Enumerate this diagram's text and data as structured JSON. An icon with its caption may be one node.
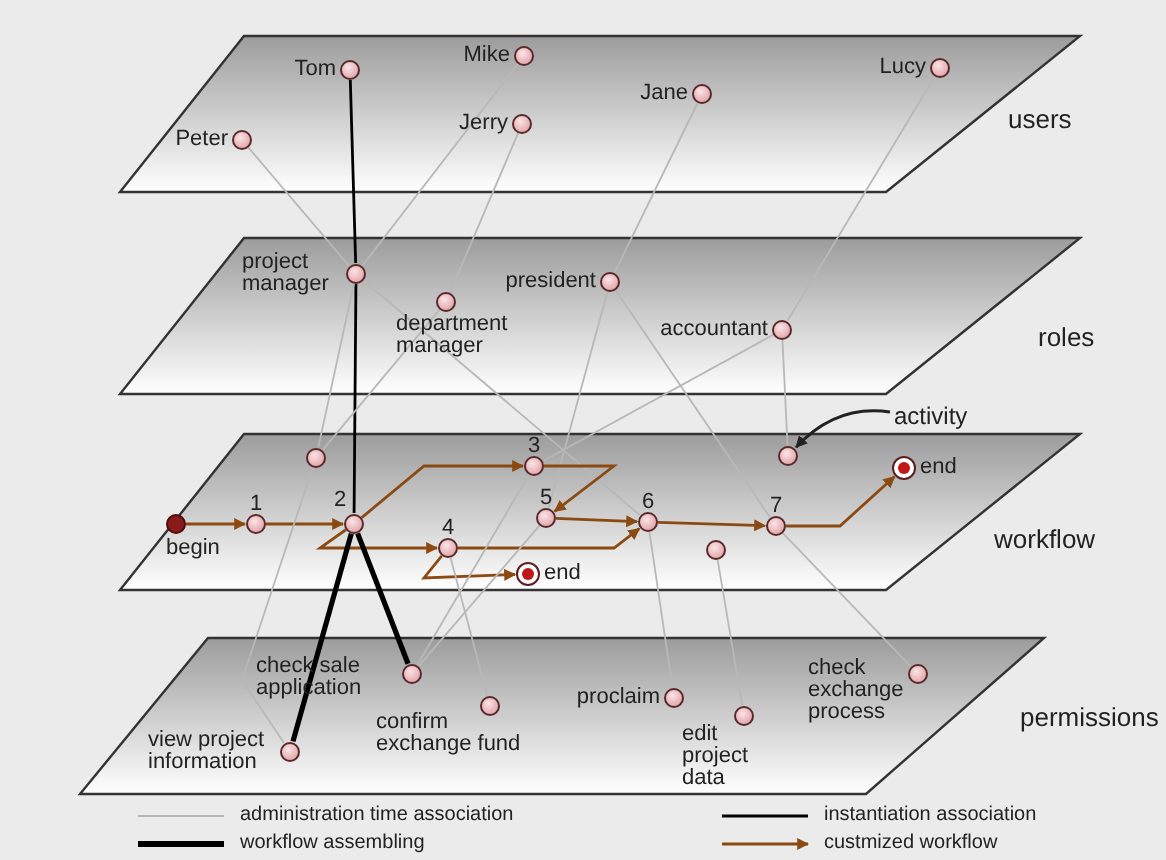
{
  "diagram": {
    "nodes": [
      {
        "text": [
          "users"
        ]
      },
      {
        "text": [
          "Tom"
        ],
        "in": 0
      },
      {
        "text": [
          "Mike"
        ],
        "in": 0
      },
      {
        "text": [
          "Lucy"
        ],
        "in": 0
      },
      {
        "text": [
          "Jane"
        ],
        "in": 0
      },
      {
        "text": [
          "Jerry"
        ],
        "in": 0
      },
      {
        "text": [
          "Peter"
        ],
        "in": 0
      },
      {
        "text": [
          "roles"
        ]
      },
      {
        "text": [
          "project manager"
        ],
        "in": 7
      },
      {
        "text": [
          "president"
        ],
        "in": 7
      },
      {
        "text": [
          "department manager"
        ],
        "in": 7
      },
      {
        "text": [
          "accountant"
        ],
        "in": 7
      },
      {
        "text": [
          "workflow"
        ]
      },
      {
        "text": [
          "activity"
        ]
      },
      {
        "text": [],
        "shape": "circle",
        "in": 12
      },
      {
        "text": [
          "3"
        ],
        "in": 12
      },
      {
        "text": [],
        "shape": "circle",
        "in": 12
      },
      {
        "text": [
          "end"
        ],
        "in": 12
      },
      {
        "text": [
          "begin"
        ],
        "in": 12
      },
      {
        "text": [
          "1"
        ],
        "in": 12
      },
      {
        "text": [
          "2"
        ],
        "in": 12
      },
      {
        "text": [
          "5"
        ],
        "in": 12
      },
      {
        "text": [
          "6"
        ],
        "in": 12
      },
      {
        "text": [
          "7"
        ],
        "in": 12
      },
      {
        "text": [
          "4"
        ],
        "in": 12
      },
      {
        "text": [],
        "shape": "circle",
        "in": 12
      },
      {
        "text": [
          "end"
        ],
        "in": 12
      },
      {
        "text": [
          "permissions"
        ]
      },
      {
        "text": [
          "check sale application"
        ],
        "in": 27
      },
      {
        "text": [
          "check exchange process"
        ],
        "in": 27
      },
      {
        "text": [
          "proclaim"
        ],
        "in": 27
      },
      {
        "text": [
          "confirm exchange fund"
        ],
        "in": 27
      },
      {
        "text": [
          "edit project data"
        ],
        "in": 27
      },
      {
        "text": [
          "view project information"
        ],
        "in": 27
      }
    ],
    "edges": [
      {
        "from": 6,
        "to": 8,
        "arrow": "none"
      },
      {
        "from": 1,
        "to": 8,
        "arrow": "none",
        "color": "#000000"
      },
      {
        "from": 2,
        "to": 8,
        "arrow": "none"
      },
      {
        "from": 5,
        "to": 10,
        "arrow": "none"
      },
      {
        "from": 4,
        "to": 9,
        "arrow": "none"
      },
      {
        "from": 3,
        "to": 11,
        "arrow": "none"
      },
      {
        "from": 8,
        "to": 20,
        "arrow": "none",
        "color": "#000000"
      },
      {
        "from": 8,
        "to": 22,
        "arrow": "none"
      },
      {
        "from": 10,
        "to": 14,
        "arrow": "none"
      },
      {
        "from": 9,
        "to": 21,
        "arrow": "none"
      },
      {
        "from": 9,
        "to": 23,
        "arrow": "none"
      },
      {
        "from": 11,
        "to": 16,
        "arrow": "none"
      },
      {
        "from": 11,
        "to": 15,
        "arrow": "none"
      },
      {
        "from": 13,
        "to": 16,
        "arrow": "to",
        "color": "#222222"
      },
      {
        "from": 18,
        "to": 19,
        "arrow": "to",
        "color": "#8b4a12"
      },
      {
        "from": 19,
        "to": 20,
        "arrow": "to",
        "color": "#8b4a12"
      },
      {
        "from": 20,
        "to": 15,
        "arrow": "to",
        "color": "#8b4a12"
      },
      {
        "from": 15,
        "to": 21,
        "arrow": "to",
        "color": "#8b4a12"
      },
      {
        "from": 21,
        "to": 22,
        "arrow": "to",
        "color": "#8b4a12"
      },
      {
        "from": 20,
        "to": 24,
        "arrow": "to",
        "color": "#8b4a12"
      },
      {
        "from": 24,
        "to": 22,
        "arrow": "to",
        "color": "#8b4a12"
      },
      {
        "from": 24,
        "to": 26,
        "arrow": "to",
        "color": "#8b4a12"
      },
      {
        "from": 22,
        "to": 23,
        "arrow": "to",
        "color": "#8b4a12"
      },
      {
        "from": 23,
        "to": 17,
        "arrow": "to",
        "color": "#8b4a12"
      },
      {
        "from": 20,
        "to": 33,
        "arrow": "none",
        "style": "thick",
        "color": "#000000"
      },
      {
        "from": 20,
        "to": 28,
        "arrow": "none",
        "style": "thick",
        "color": "#000000"
      },
      {
        "from": 14,
        "to": 33,
        "arrow": "none"
      },
      {
        "from": 15,
        "to": 28,
        "arrow": "none"
      },
      {
        "from": 21,
        "to": 28,
        "arrow": "none"
      },
      {
        "from": 24,
        "to": 31,
        "arrow": "none"
      },
      {
        "from": 22,
        "to": 30,
        "arrow": "none"
      },
      {
        "from": 25,
        "to": 32,
        "arrow": "none"
      },
      {
        "from": 23,
        "to": 29,
        "arrow": "none"
      },
      {
        "from": 8,
        "to": 14,
        "arrow": "none"
      }
    ],
    "legend": [
      {
        "text": "administration time association"
      },
      {
        "text": "instantiation association"
      },
      {
        "text": "workflow assembling"
      },
      {
        "text": "custmized workflow"
      }
    ]
  }
}
